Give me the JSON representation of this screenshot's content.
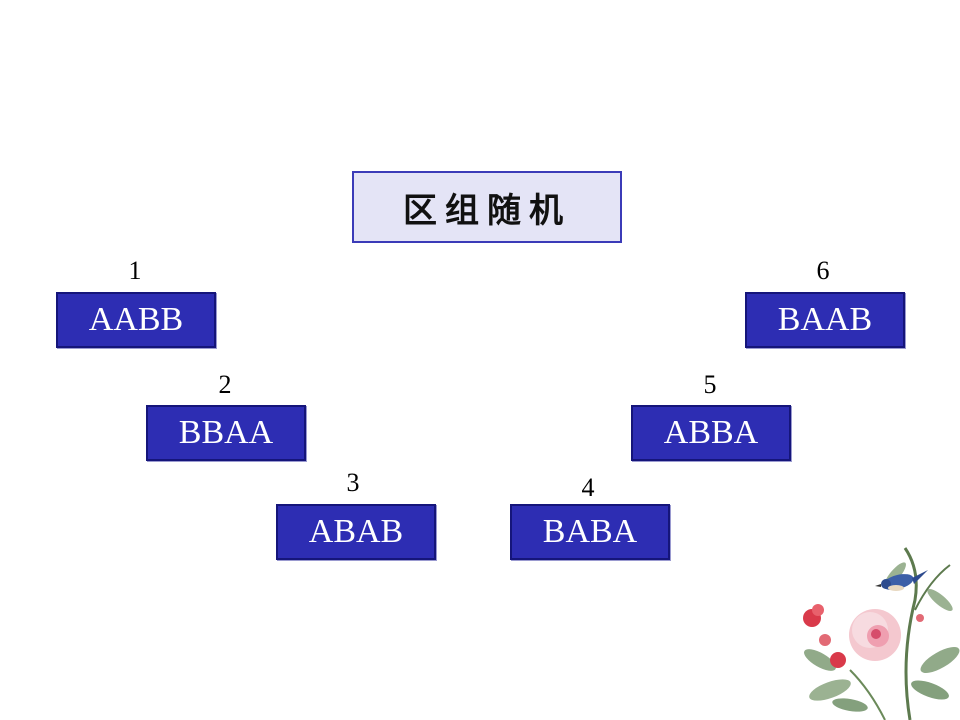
{
  "title": "区组随机",
  "sequences": [
    {
      "number": "1",
      "label": "AABB"
    },
    {
      "number": "2",
      "label": "BBAA"
    },
    {
      "number": "3",
      "label": "ABAB"
    },
    {
      "number": "4",
      "label": "BABA"
    },
    {
      "number": "5",
      "label": "ABBA"
    },
    {
      "number": "6",
      "label": "BAAB"
    }
  ],
  "colors": {
    "box_fill": "#2d2db3",
    "title_fill": "#e4e4f6",
    "title_border": "#3b3bb8"
  },
  "decoration": "flower-bird-icon"
}
